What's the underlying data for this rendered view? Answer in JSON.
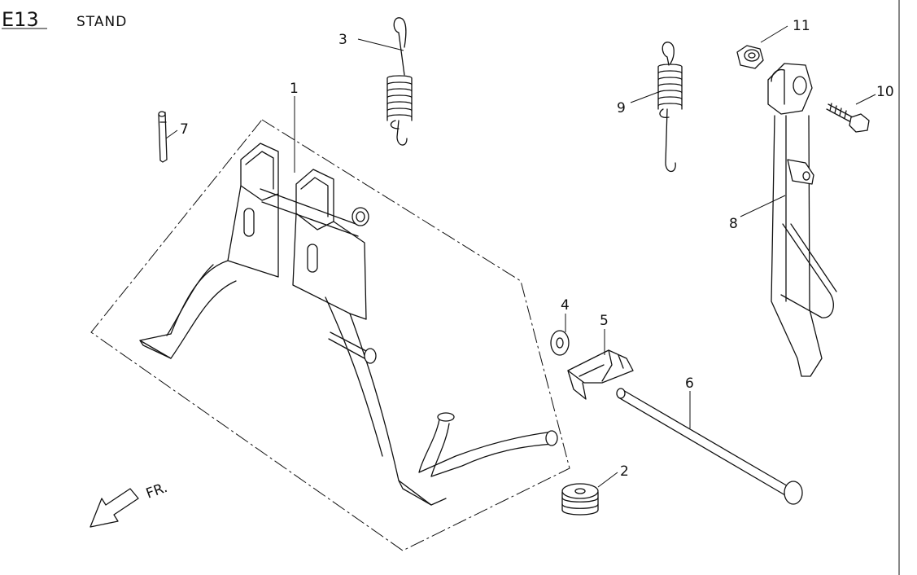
{
  "header": {
    "code": "E13",
    "title": "STAND"
  },
  "front_marker": {
    "text": "FR."
  },
  "callouts": [
    {
      "id": "1",
      "label": "1"
    },
    {
      "id": "2",
      "label": "2"
    },
    {
      "id": "3",
      "label": "3"
    },
    {
      "id": "4",
      "label": "4"
    },
    {
      "id": "5",
      "label": "5"
    },
    {
      "id": "6",
      "label": "6"
    },
    {
      "id": "7",
      "label": "7"
    },
    {
      "id": "8",
      "label": "8"
    },
    {
      "id": "9",
      "label": "9"
    },
    {
      "id": "10",
      "label": "10"
    },
    {
      "id": "11",
      "label": "11"
    }
  ]
}
